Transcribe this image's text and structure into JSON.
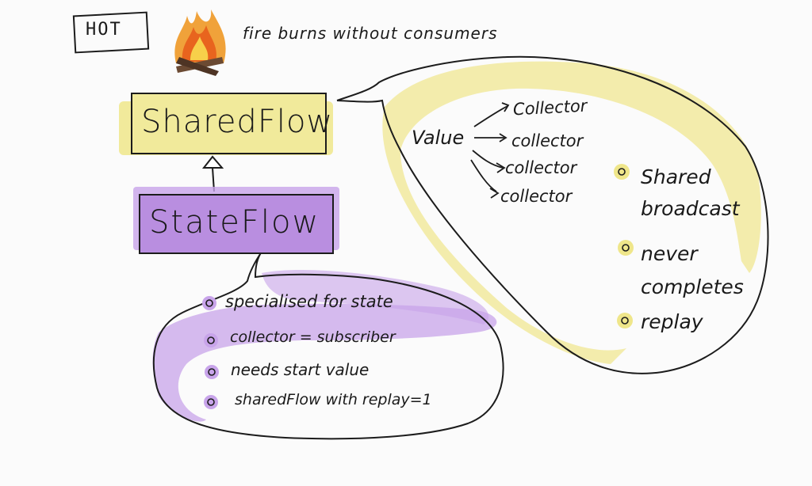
{
  "hot": {
    "label": "HOT",
    "caption": "fire burns without consumers"
  },
  "shared_flow": {
    "title": "SharedFlow",
    "source": "Value",
    "collectors": [
      "Collector",
      "collector",
      "collector",
      "collector"
    ],
    "properties": [
      "Shared broadcast",
      "never completes",
      "replay"
    ]
  },
  "state_flow": {
    "title": "StateFlow",
    "properties": [
      "specialised for state",
      "collector = subscriber",
      "needs start value",
      "sharedFlow with replay=1"
    ]
  },
  "colors": {
    "yellow": "#f1ea9b",
    "yellow_wash": "#efe68a",
    "purple": "#b98ee0",
    "purple_wash": "#c8a4ea",
    "ink": "#1c1c1c"
  }
}
